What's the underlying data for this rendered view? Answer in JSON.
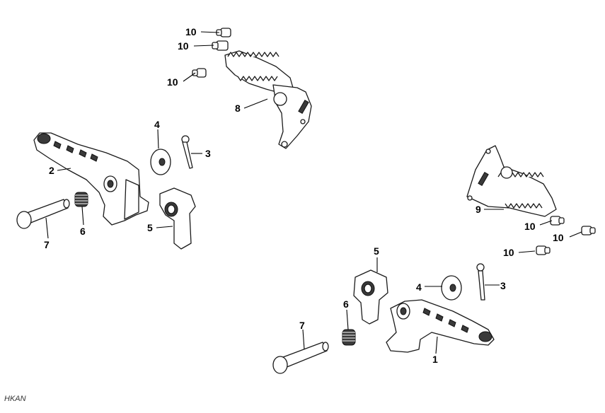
{
  "diagram": {
    "footer_code": "HKAN",
    "callouts": [
      {
        "id": "c10a",
        "label": "10"
      },
      {
        "id": "c10b",
        "label": "10"
      },
      {
        "id": "c10c",
        "label": "10"
      },
      {
        "id": "c8",
        "label": "8"
      },
      {
        "id": "c4a",
        "label": "4"
      },
      {
        "id": "c3a",
        "label": "3"
      },
      {
        "id": "c2",
        "label": "2"
      },
      {
        "id": "c5a",
        "label": "5"
      },
      {
        "id": "c6a",
        "label": "6"
      },
      {
        "id": "c7a",
        "label": "7"
      },
      {
        "id": "c9",
        "label": "9"
      },
      {
        "id": "c10d",
        "label": "10"
      },
      {
        "id": "c10e",
        "label": "10"
      },
      {
        "id": "c10f",
        "label": "10"
      },
      {
        "id": "c5b",
        "label": "5"
      },
      {
        "id": "c4b",
        "label": "4"
      },
      {
        "id": "c3b",
        "label": "3"
      },
      {
        "id": "c6b",
        "label": "6"
      },
      {
        "id": "c7b",
        "label": "7"
      },
      {
        "id": "c1",
        "label": "1"
      }
    ]
  }
}
